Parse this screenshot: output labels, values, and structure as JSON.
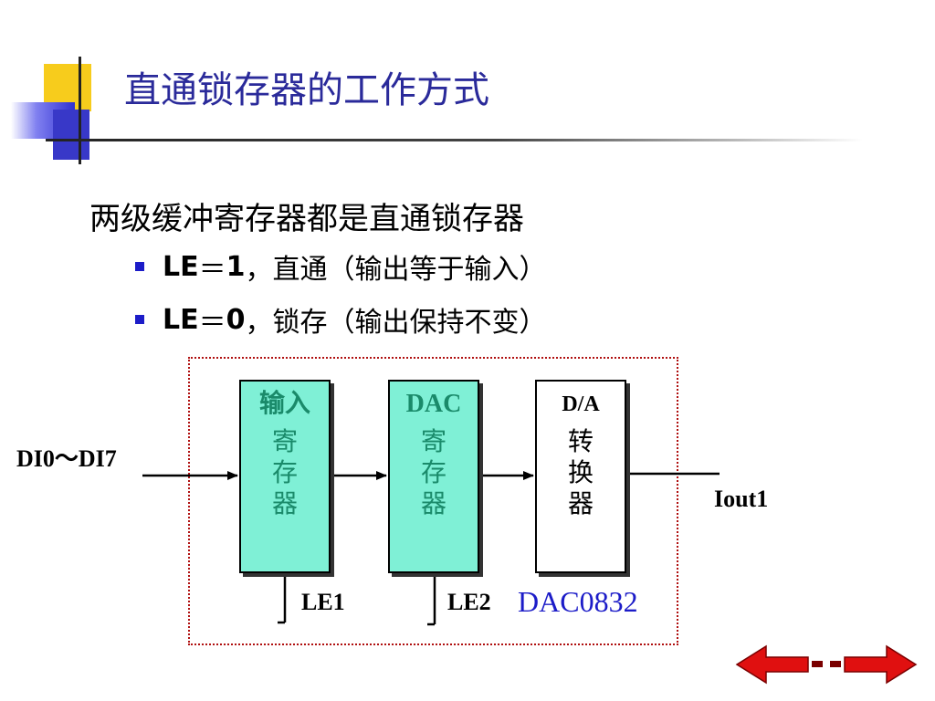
{
  "title": "直通锁存器的工作方式",
  "main_text": "两级缓冲寄存器都是直通锁存器",
  "bullets": [
    {
      "le": "LE",
      "eq": "＝",
      "value": "1",
      "rest": "，直通（输出等于输入）"
    },
    {
      "le": "LE",
      "eq": "＝",
      "value": "0",
      "rest": "，锁存（输出保持不变）"
    }
  ],
  "diagram": {
    "input_label": "DI0～DI7",
    "output_label": "Iout1",
    "chip_label": "DAC0832",
    "blocks": [
      {
        "head": "输入",
        "body": "寄存器"
      },
      {
        "head": "DAC",
        "body": "寄存器"
      },
      {
        "head": "D/A",
        "body": "转换器"
      }
    ],
    "le1": "LE1",
    "le2": "LE2"
  },
  "colors": {
    "title": "#2a2a9a",
    "register_fill": "#7ff0d6",
    "register_text": "#1a8a6a",
    "dotted_border": "#b01010",
    "chip_label": "#1c1cc8",
    "bullet": "#1c1cc8",
    "nav_arrow": "#e01010"
  },
  "icons": [
    "back-arrow-icon",
    "forward-arrow-icon"
  ]
}
